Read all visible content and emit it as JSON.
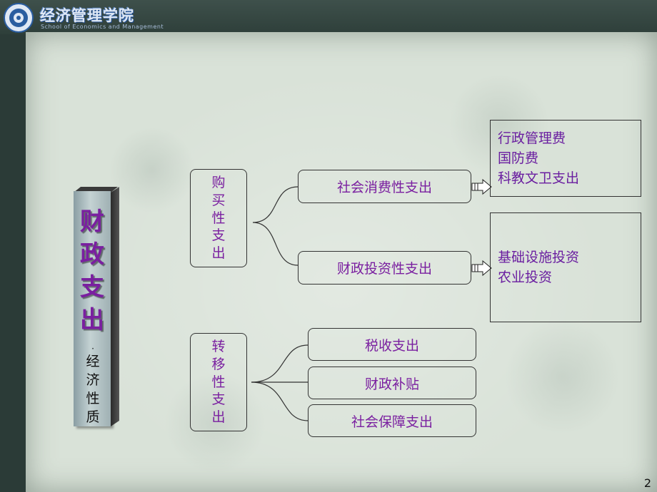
{
  "header": {
    "brand": "经济管理学院",
    "brand_sub": "School of Economics and Management"
  },
  "main": {
    "title_chars": [
      "财",
      "政",
      "支",
      "出"
    ],
    "subtitle_dot": "·",
    "subtitle_chars": [
      "经",
      "济",
      "性",
      "质"
    ],
    "group_purchase": [
      "购",
      "买",
      "性",
      "支",
      "出"
    ],
    "group_transfer": [
      "转",
      "移",
      "性",
      "支",
      "出"
    ],
    "consumption": "社会消费性支出",
    "investment": "财政投资性支出",
    "tax_expenditure": "税收支出",
    "subsidy": "财政补贴",
    "social_security": "社会保障支出",
    "consumption_items": [
      "行政管理费",
      "国防费",
      "科教文卫支出"
    ],
    "investment_items": [
      "基础设施投资",
      "农业投资"
    ]
  },
  "page_number": "2",
  "colors": {
    "text_purple": "#7a1fa0",
    "paper": "#d9e2d8",
    "frame": "#2b3b37"
  }
}
